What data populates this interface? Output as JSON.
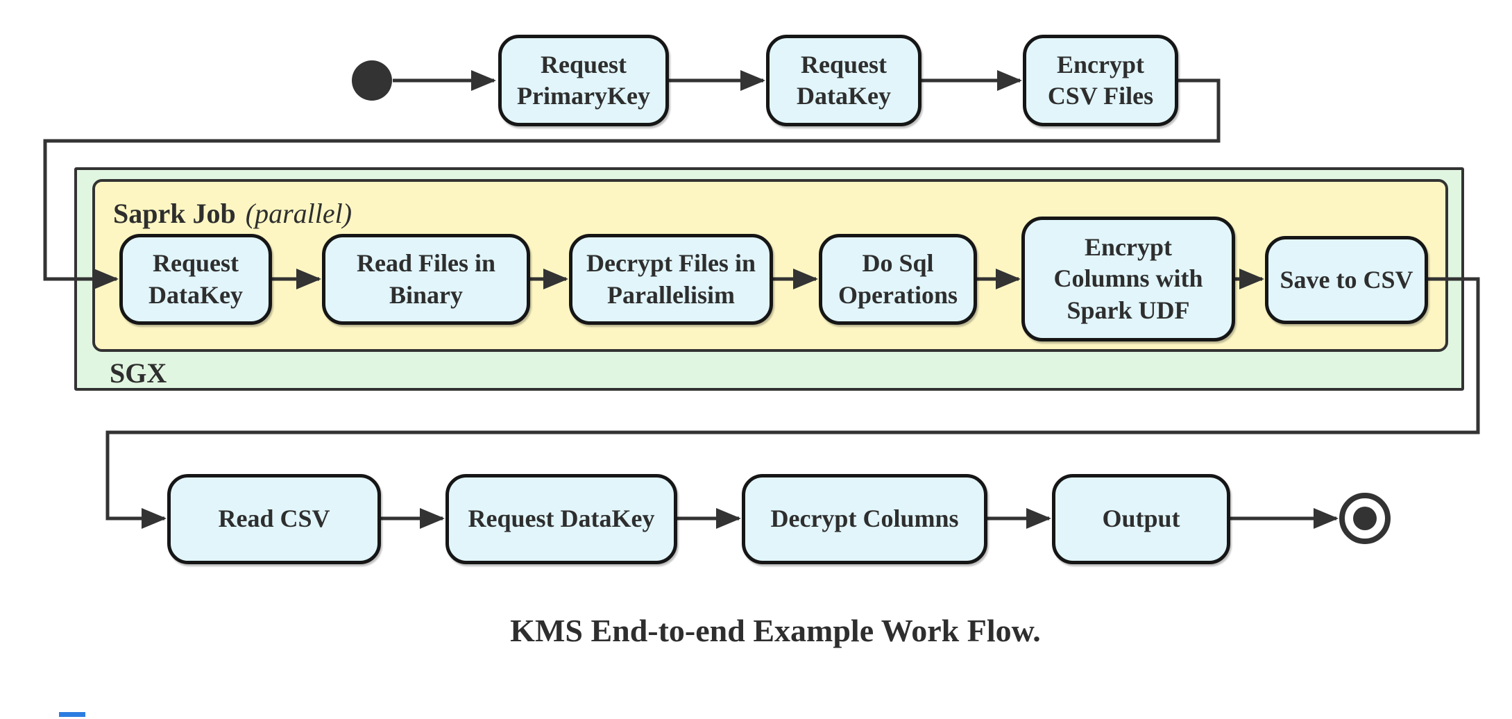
{
  "diagram": {
    "caption": "KMS End-to-end Example Work Flow.",
    "containers": {
      "sgx": {
        "label": "SGX",
        "fill": "#e1f6e0"
      },
      "spark": {
        "label_bold": "Saprk Job",
        "label_italic": "(parallel)",
        "fill": "#fdf6c3"
      }
    },
    "top_row": [
      {
        "lines": [
          "Request",
          "PrimaryKey"
        ]
      },
      {
        "lines": [
          "Request",
          "DataKey"
        ]
      },
      {
        "lines": [
          "Encrypt",
          "CSV Files"
        ]
      }
    ],
    "spark_row": [
      {
        "lines": [
          "Request",
          "DataKey"
        ]
      },
      {
        "lines": [
          "Read Files in",
          "Binary"
        ]
      },
      {
        "lines": [
          "Decrypt Files in",
          "Parallelisim"
        ]
      },
      {
        "lines": [
          "Do Sql",
          "Operations"
        ]
      },
      {
        "lines": [
          "Encrypt",
          "Columns with",
          "Spark UDF"
        ]
      },
      {
        "lines": [
          "Save to CSV"
        ]
      }
    ],
    "bottom_row": [
      {
        "lines": [
          "Read CSV"
        ]
      },
      {
        "lines": [
          "Request DataKey"
        ]
      },
      {
        "lines": [
          "Decrypt Columns"
        ]
      },
      {
        "lines": [
          "Output"
        ]
      }
    ],
    "colors": {
      "line": "#333333",
      "node_fill": "#e1f5fa",
      "node_border": "#161616",
      "spark_fill": "#fdf6c3",
      "sgx_fill": "#e1f6e0",
      "text": "#2e2e2e"
    }
  }
}
